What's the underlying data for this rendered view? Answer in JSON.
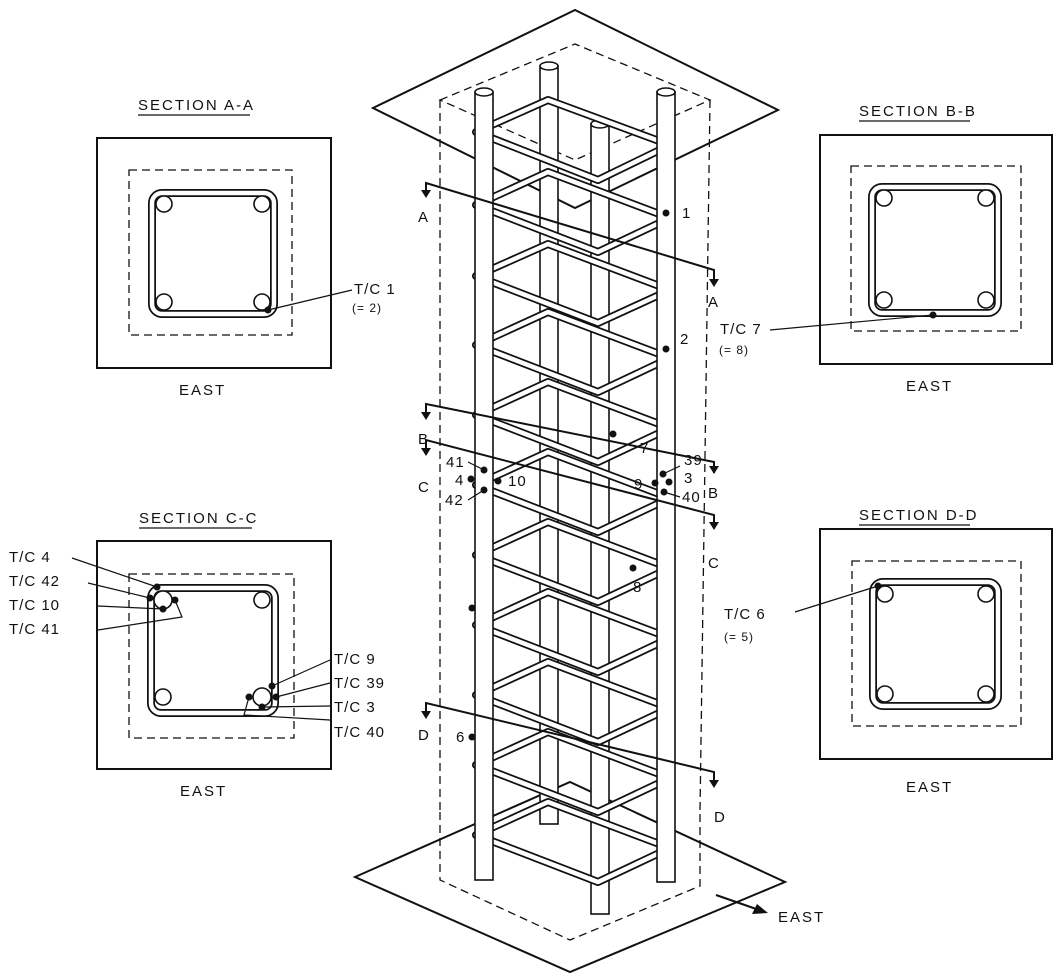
{
  "sections": {
    "aa": {
      "title": "SECTION A-A",
      "east": "EAST",
      "tc": "T/C 1",
      "tc_sub": "(= 2)"
    },
    "bb": {
      "title": "SECTION B-B",
      "east": "EAST",
      "tc": "T/C 7",
      "tc_sub": "(= 8)"
    },
    "cc": {
      "title": "SECTION C-C",
      "east": "EAST",
      "tc_labels": [
        "T/C 4",
        "T/C 42",
        "T/C 10",
        "T/C 41",
        "T/C 9",
        "T/C 39",
        "T/C 3",
        "T/C 40"
      ]
    },
    "dd": {
      "title": "SECTION D-D",
      "east": "EAST",
      "tc": "T/C 6",
      "tc_sub": "(= 5)"
    }
  },
  "column": {
    "cut_letters": {
      "a": "A",
      "b": "B",
      "c": "C",
      "d": "D"
    },
    "tc_numbers": [
      "1",
      "2",
      "7",
      "8",
      "6",
      "41",
      "4",
      "42",
      "10",
      "39",
      "3",
      "9",
      "40"
    ]
  },
  "arrow_label": "EAST"
}
